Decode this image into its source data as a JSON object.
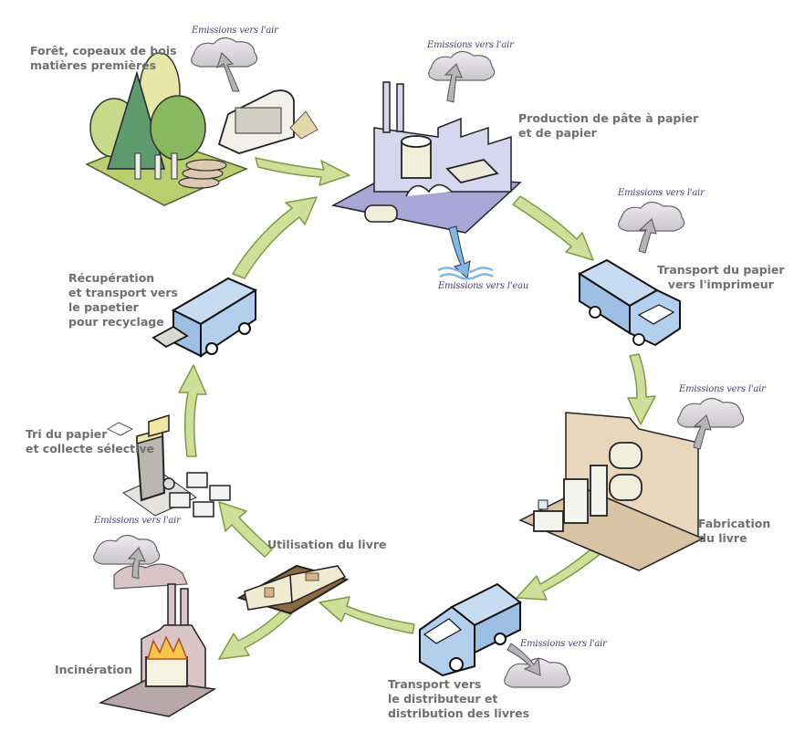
{
  "diagram": {
    "type": "cycle",
    "title": "",
    "colors": {
      "arrow_fill": "#cfdf9a",
      "arrow_stroke": "#7f9a45",
      "label_text": "#6f6f6f",
      "emission_text": "#4a3f78",
      "cloud_fill": "#d9d6da",
      "factory_floor": "#a8a6d6",
      "factory_wall": "#d6d6ee",
      "truck_body": "#9dbfe4",
      "bookbinding_floor": "#d8c3a3",
      "incinerator_wall": "#d9c4c8",
      "water": "#7fb8e0"
    },
    "stages": [
      {
        "id": "forest",
        "label": "Forêt, copeaux de bois\nmatières premières",
        "emission": "Emissions vers l'air"
      },
      {
        "id": "pulp",
        "label": "Production de pâte à papier\net de papier",
        "emission": "Emissions vers l'air",
        "water_emission": "Emissions vers l'eau"
      },
      {
        "id": "transport-paper",
        "label": "Transport du papier\nvers l'imprimeur",
        "emission": "Emissions vers l'air"
      },
      {
        "id": "book-making",
        "label": "Fabrication\ndu livre",
        "emission": "Emissions vers l'air"
      },
      {
        "id": "distribution",
        "label": "Transport vers\nle distributeur et\ndistribution des livres",
        "emission": "Emissions vers l'air"
      },
      {
        "id": "use",
        "label": "Utilisation du livre"
      },
      {
        "id": "incineration",
        "label": "Incinération",
        "emission": "Emissions vers l'air"
      },
      {
        "id": "sorting",
        "label": "Tri du papier\net collecte sélective"
      },
      {
        "id": "recovery",
        "label": "Récupération\net transport vers\nle papetier\npour recyclage"
      }
    ],
    "flows": [
      {
        "from": "forest",
        "to": "pulp"
      },
      {
        "from": "pulp",
        "to": "transport-paper"
      },
      {
        "from": "transport-paper",
        "to": "book-making"
      },
      {
        "from": "book-making",
        "to": "distribution"
      },
      {
        "from": "distribution",
        "to": "use"
      },
      {
        "from": "use",
        "to": "incineration"
      },
      {
        "from": "use",
        "to": "sorting"
      },
      {
        "from": "sorting",
        "to": "recovery"
      },
      {
        "from": "recovery",
        "to": "pulp"
      }
    ]
  }
}
